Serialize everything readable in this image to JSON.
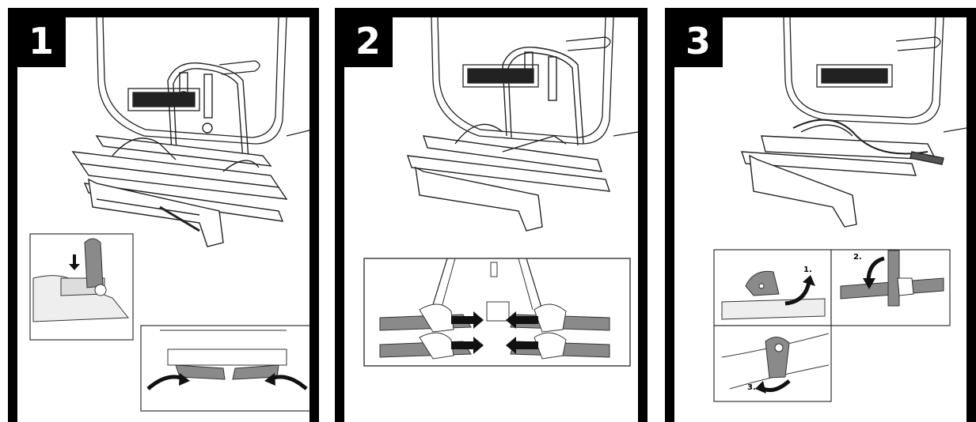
{
  "steps": [
    {
      "number": "1"
    },
    {
      "number": "2"
    },
    {
      "number": "3"
    }
  ],
  "step3_inset_labels": {
    "first": "1.",
    "second": "2.",
    "third": "3."
  },
  "colors": {
    "frame": "#000000",
    "highlight_part": "#8a8a8a",
    "arrow": "#1a1a1a"
  }
}
